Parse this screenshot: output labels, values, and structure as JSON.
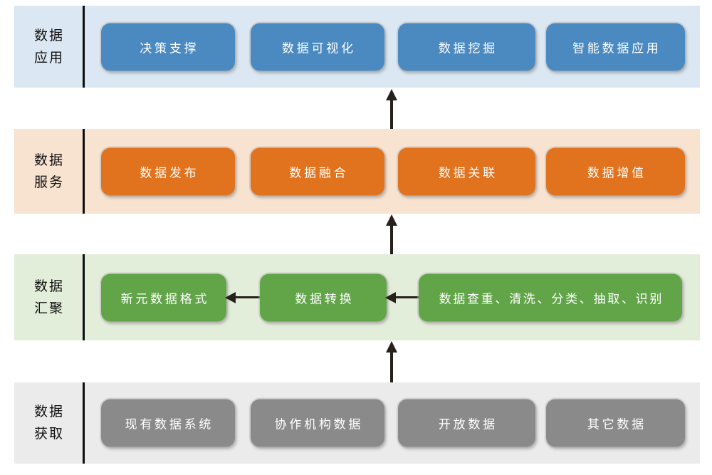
{
  "diagram": {
    "description_colors": {
      "arrow_color": "#27211e",
      "divider_color": "#0d0d0d"
    },
    "layers": [
      {
        "name": "数据应用",
        "label_lines": [
          "数据",
          "应用"
        ],
        "band_color": "#dbe7f2",
        "box_color": "#4a8ac1",
        "boxes": [
          "决策支撑",
          "数据可视化",
          "数据挖掘",
          "智能数据应用"
        ]
      },
      {
        "name": "数据服务",
        "label_lines": [
          "数据",
          "服务"
        ],
        "band_color": "#f8e3d0",
        "box_color": "#e1731e",
        "boxes": [
          "数据发布",
          "数据融合",
          "数据关联",
          "数据增值"
        ]
      },
      {
        "name": "数据汇聚",
        "label_lines": [
          "数据",
          "汇聚"
        ],
        "band_color": "#e3eeda",
        "box_color": "#62a549",
        "boxes": [
          "新元数据格式",
          "数据转换",
          "数据查重、清洗、分类、抽取、识别"
        ]
      },
      {
        "name": "数据获取",
        "label_lines": [
          "数据",
          "获取"
        ],
        "band_color": "#ebebeb",
        "box_color": "#8a8a8a",
        "boxes": [
          "现有数据系统",
          "协作机构数据",
          "开放数据",
          "其它数据"
        ]
      }
    ],
    "icons": {
      "layer_flow": "up-arrow",
      "hub_flow": "left-arrow"
    }
  }
}
